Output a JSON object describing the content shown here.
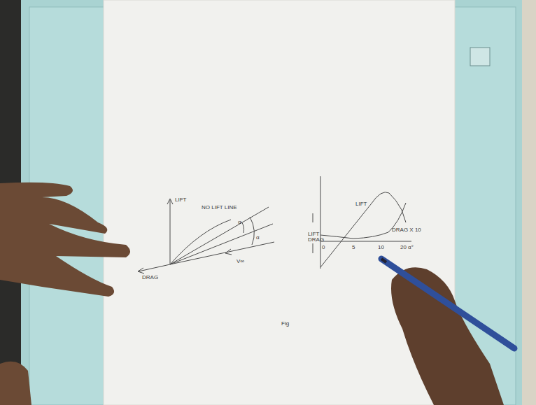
{
  "diagram": {
    "labels": [
      "NO LIFT LINE",
      "LIFT",
      "α",
      "α",
      "DRAG",
      "V∞",
      "LIFT",
      "LIFT DRAG",
      "DRAG X 10",
      "0",
      "5",
      "10",
      "20 α°",
      "Fig"
    ]
  }
}
